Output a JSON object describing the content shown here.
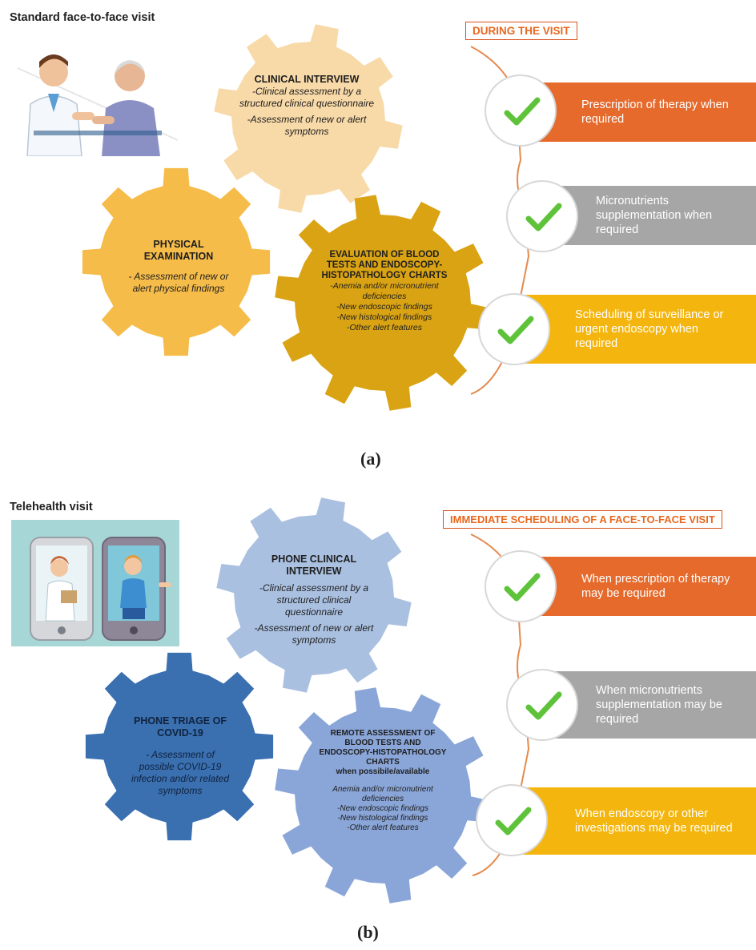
{
  "panel_a": {
    "title": "Standard face-to-face visit",
    "header": "DURING THE VISIT",
    "caption": "(a)",
    "gears": {
      "interview": {
        "title": "CLINICAL INTERVIEW",
        "items": [
          "-Clinical assessment by a structured clinical questionnaire",
          "-Assessment of new or alert symptoms"
        ]
      },
      "physical": {
        "title": "PHYSICAL EXAMINATION",
        "items": [
          "- Assessment of new or alert physical findings"
        ]
      },
      "evaluation": {
        "title": "EVALUATION OF BLOOD TESTS AND ENDOSCOPY-HISTOPATHOLOGY CHARTS",
        "items": [
          "-Anemia and/or micronutrient deficiencies",
          "-New endoscopic findings",
          "-New histological findings",
          "-Other alert features"
        ]
      }
    },
    "outcomes": [
      {
        "text": "Prescription of therapy when required",
        "color": "#e56a2c"
      },
      {
        "text": "Micronutrients supplementation when required",
        "color": "#a6a6a6"
      },
      {
        "text": "Scheduling of surveillance or urgent endoscopy when required",
        "color": "#f3b50e"
      }
    ]
  },
  "panel_b": {
    "title": "Telehealth visit",
    "header": "IMMEDIATE SCHEDULING OF A FACE-TO-FACE VISIT",
    "caption": "(b)",
    "gears": {
      "interview": {
        "title": "PHONE CLINICAL INTERVIEW",
        "items": [
          "-Clinical assessment by a structured clinical questionnaire",
          "-Assessment of new or alert symptoms"
        ]
      },
      "triage": {
        "title": "PHONE TRIAGE OF COVID-19",
        "items": [
          "- Assessment of possible COVID-19 infection and/or related symptoms"
        ]
      },
      "remote": {
        "title": "REMOTE ASSESSMENT OF BLOOD TESTS AND ENDOSCOPY-HISTOPATHOLOGY CHARTS",
        "subtitle": "when possibile/available",
        "items": [
          "Anemia and/or micronutrient deficiencies",
          "-New endoscopic findings",
          "-New histological findings",
          "-Other alert features"
        ]
      }
    },
    "outcomes": [
      {
        "text": "When prescription of therapy may be required",
        "color": "#e56a2c"
      },
      {
        "text": "When micronutrients supplementation may be required",
        "color": "#a6a6a6"
      },
      {
        "text": "When endoscopy or other investigations may be required",
        "color": "#f3b50e"
      }
    ]
  },
  "colors": {
    "gear_a_interview": "#f8d9a8",
    "gear_a_physical": "#f5bc4a",
    "gear_a_evaluation": "#d9a313",
    "gear_b_interview": "#aac0e0",
    "gear_b_triage": "#3a6fb0",
    "gear_b_remote": "#8aa6d8",
    "header_border": "#d9531e",
    "check": "#5ec33a"
  }
}
